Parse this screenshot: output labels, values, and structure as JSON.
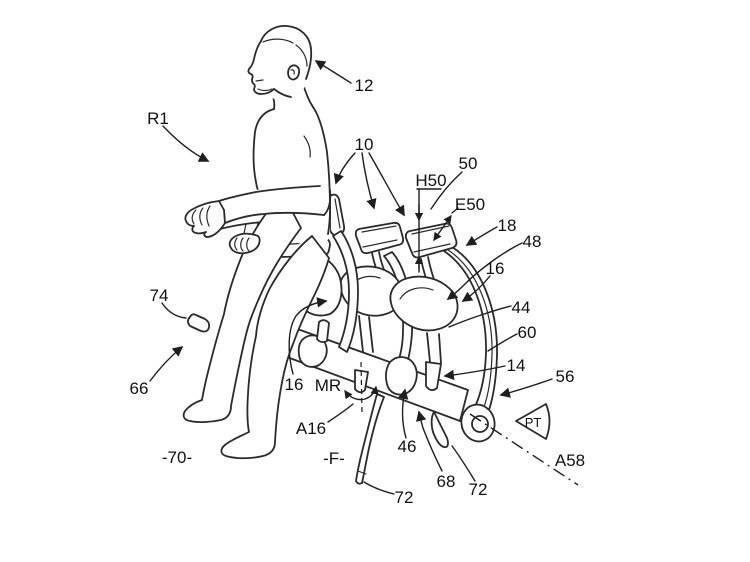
{
  "colors": {
    "background": "#ffffff",
    "line": "#2b2b2b",
    "text": "#111111"
  },
  "labels": {
    "r1": "R1",
    "n12": "12",
    "n10": "10",
    "h50": "H50",
    "n50": "50",
    "e50": "E50",
    "n18": "18",
    "n48": "48",
    "n16_right": "16",
    "n44": "44",
    "n60": "60",
    "n14": "14",
    "n56": "56",
    "pt": "PT",
    "a58": "A58",
    "n74": "74",
    "n66": "66",
    "n16_left": "16",
    "mr": "MR",
    "a16": "A16",
    "f": "-F-",
    "n70": "-70-",
    "n46": "46",
    "n68": "68",
    "n72_left": "72",
    "n72_right": "72"
  }
}
